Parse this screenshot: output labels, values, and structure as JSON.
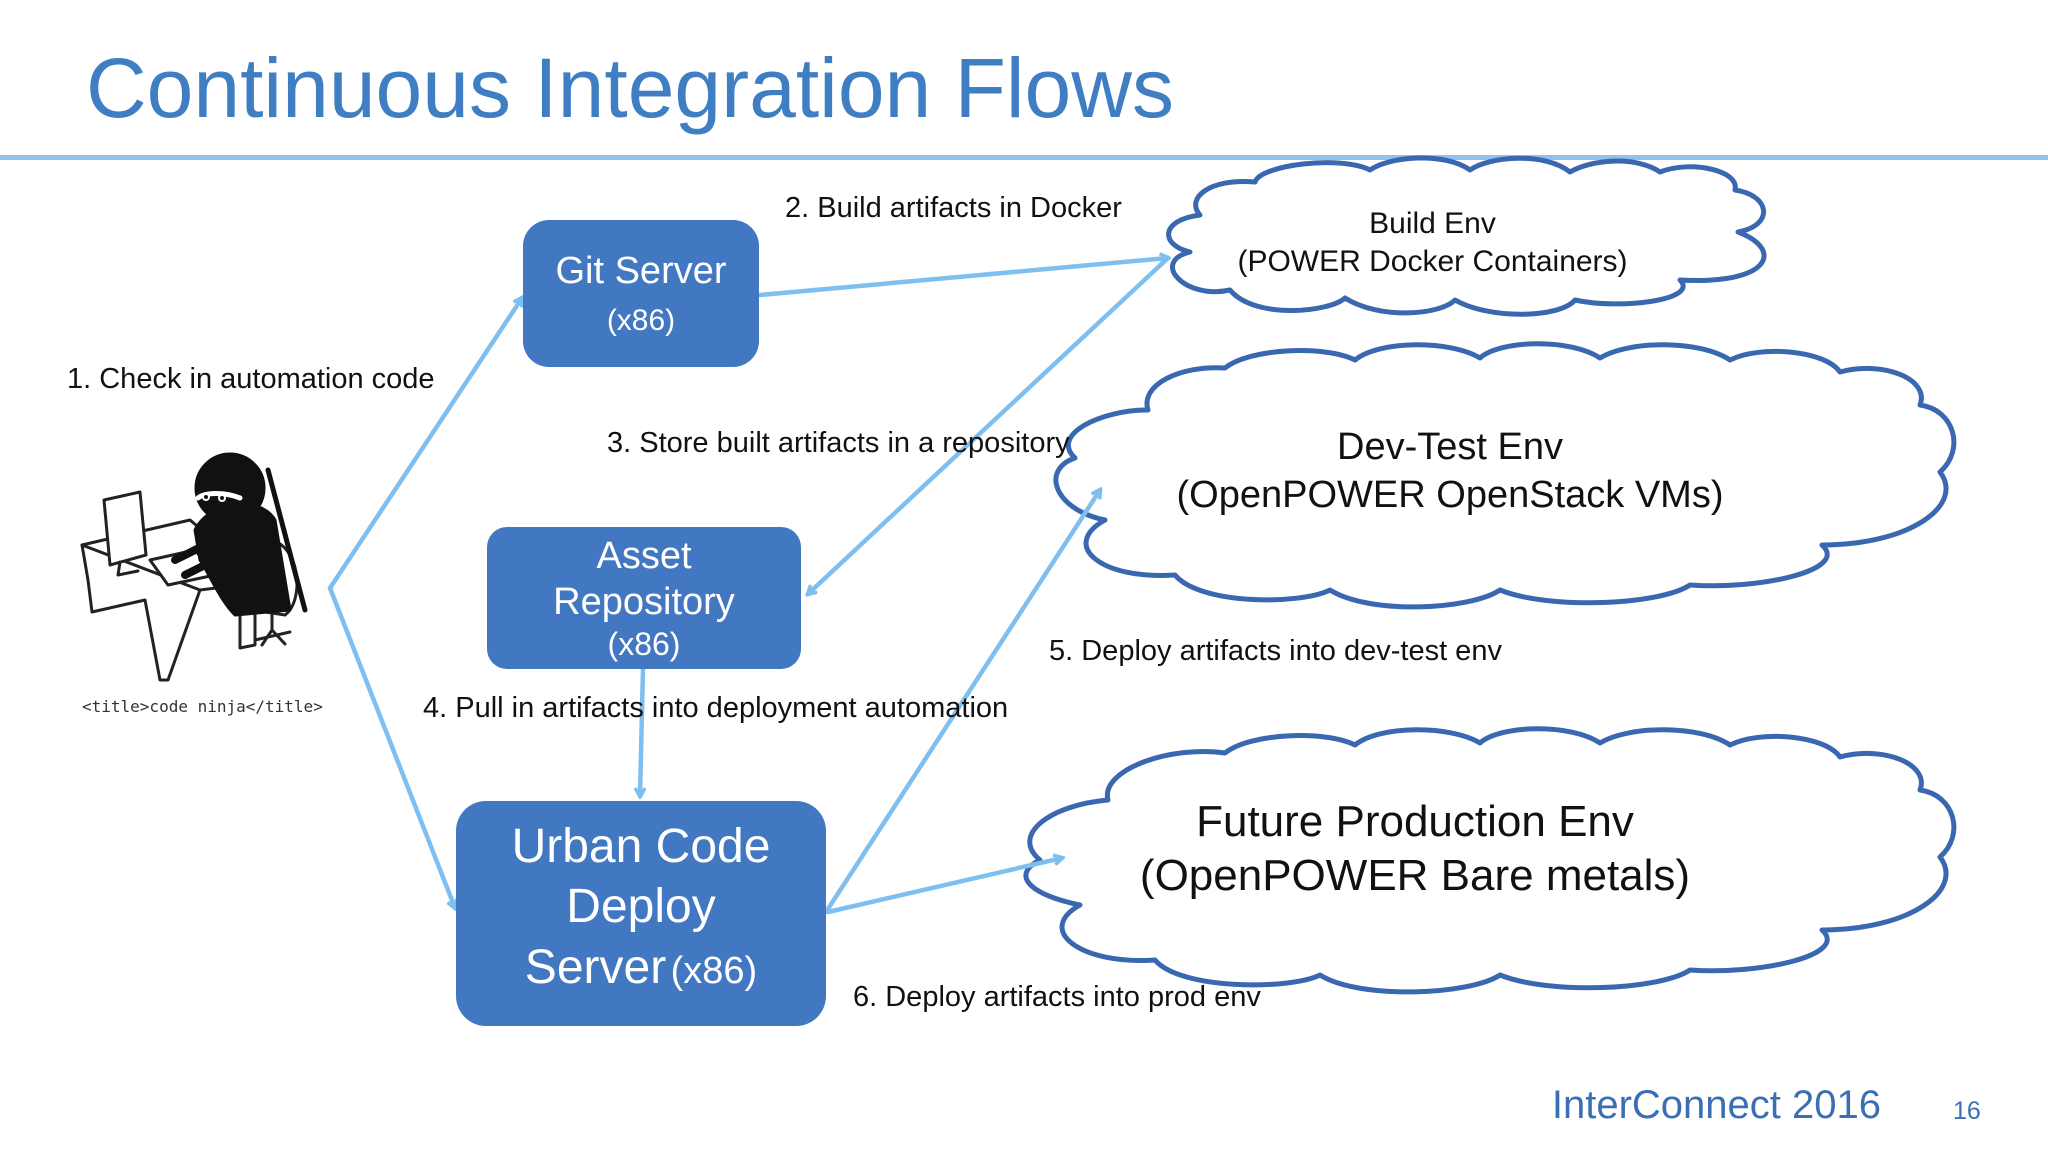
{
  "slide": {
    "title": "Continuous Integration Flows",
    "footer": "InterConnect 2016",
    "page_number": "16"
  },
  "ninja": {
    "caption": "<title>code ninja</title>"
  },
  "boxes": {
    "git_server": {
      "title": "Git Server",
      "sub": "(x86)"
    },
    "asset_repo": {
      "line1": "Asset",
      "line2": "Repository",
      "sub": "(x86)"
    },
    "ucd": {
      "line1": "Urban Code",
      "line2": "Deploy",
      "line3": "Server",
      "sub": "(x86)"
    }
  },
  "clouds": {
    "build": {
      "line1": "Build Env",
      "line2": "(POWER Docker Containers)"
    },
    "devtest": {
      "line1": "Dev-Test Env",
      "line2": "(OpenPOWER OpenStack VMs)"
    },
    "prod": {
      "line1": "Future Production Env",
      "line2": "(OpenPOWER Bare metals)"
    }
  },
  "steps": {
    "s1": "1. Check in automation code",
    "s2": "2. Build artifacts in Docker",
    "s3": "3. Store built artifacts in a repository",
    "s4": "4. Pull in artifacts into deployment automation",
    "s5": "5. Deploy artifacts into dev-test env",
    "s6": "6. Deploy artifacts into prod env"
  },
  "colors": {
    "title": "#3f7ec3",
    "box": "#4278c2",
    "arrow": "#7fbff0",
    "cloud_stroke": "#3a68b0"
  }
}
